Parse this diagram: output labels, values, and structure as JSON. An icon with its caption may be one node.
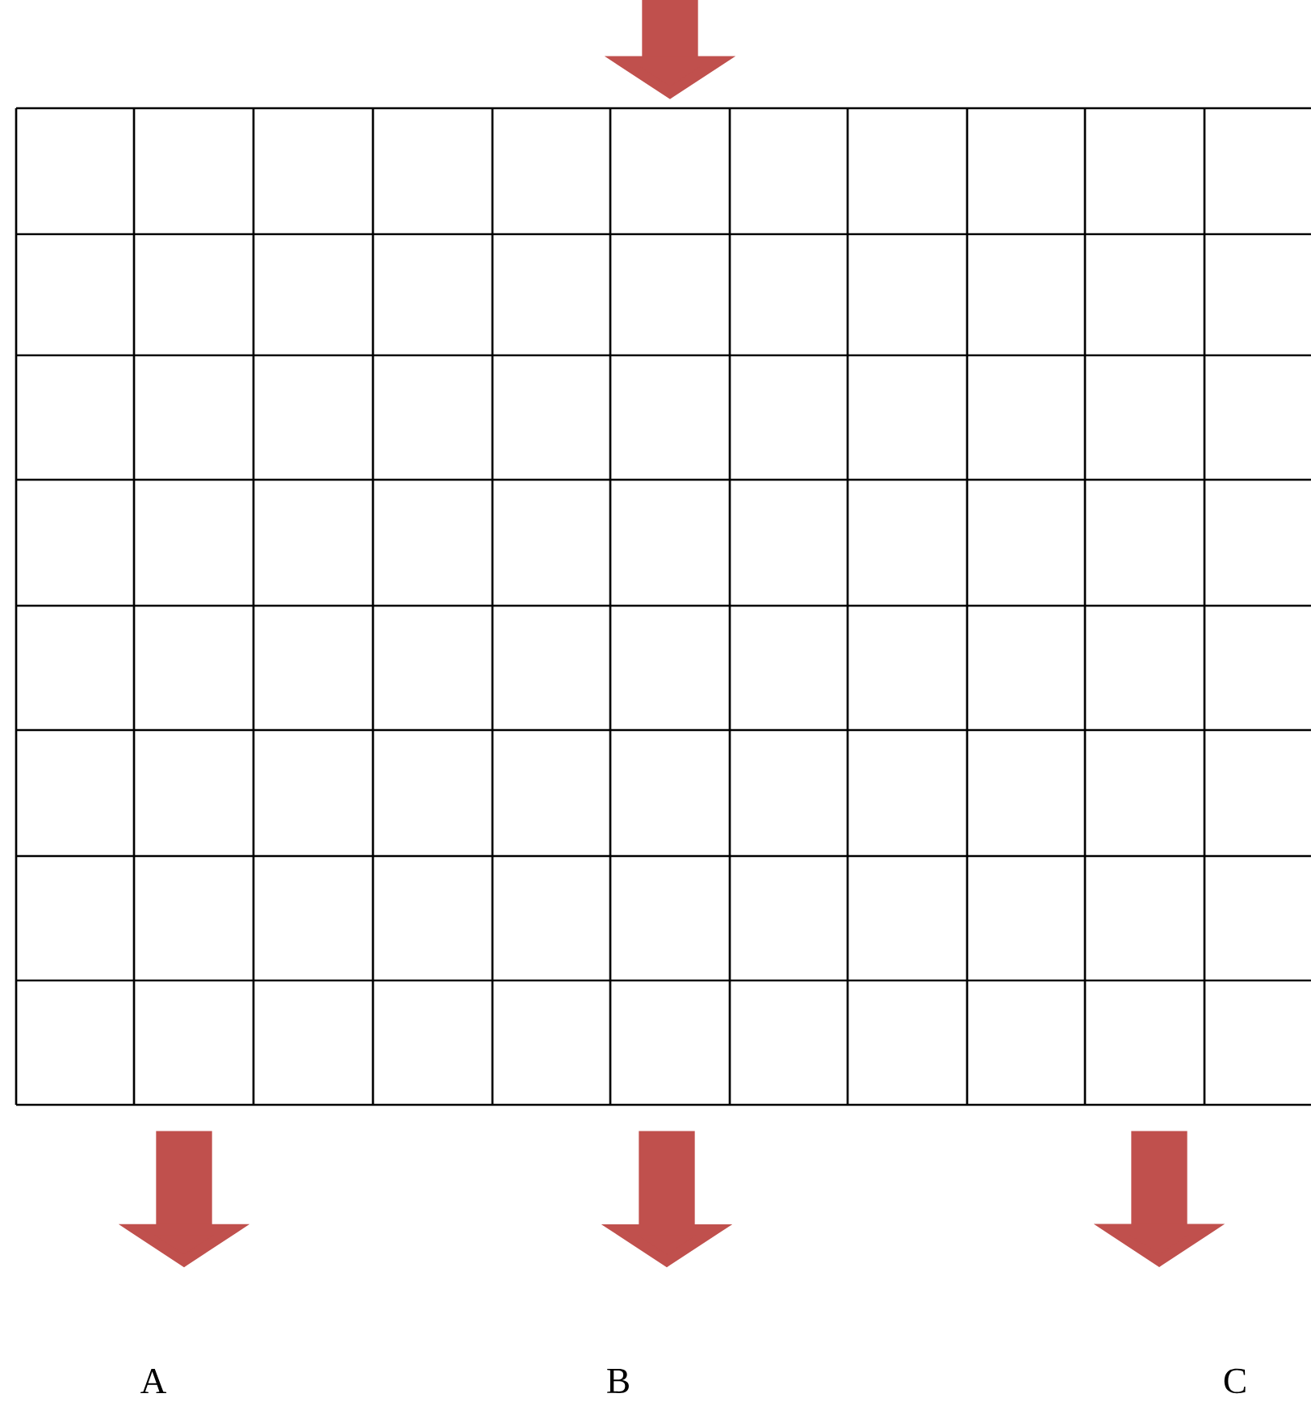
{
  "diagram": {
    "nodes": [
      {
        "text": [],
        "shape": "box"
      },
      {
        "text": [
          "A"
        ]
      },
      {
        "text": [
          "B"
        ]
      },
      {
        "text": [
          "C"
        ]
      }
    ],
    "edges": [
      {
        "from": null,
        "to": 0,
        "arrow": "to"
      },
      {
        "from": 0,
        "to": 1,
        "arrow": "to"
      },
      {
        "from": 0,
        "to": 2,
        "arrow": "to"
      },
      {
        "from": 0,
        "to": 3,
        "arrow": "to"
      }
    ]
  }
}
